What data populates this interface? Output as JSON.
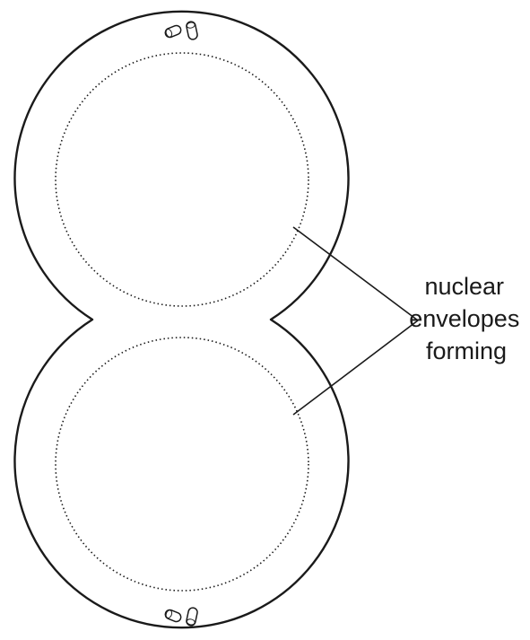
{
  "diagram": {
    "label": {
      "lines": [
        "nuclear",
        "envelopes",
        "forming"
      ]
    },
    "colors": {
      "stroke": "#1a1a1a",
      "background": "#ffffff"
    },
    "icons": {
      "centrioles_top": "centriole-pair-icon",
      "centrioles_bottom": "centriole-pair-icon"
    }
  }
}
